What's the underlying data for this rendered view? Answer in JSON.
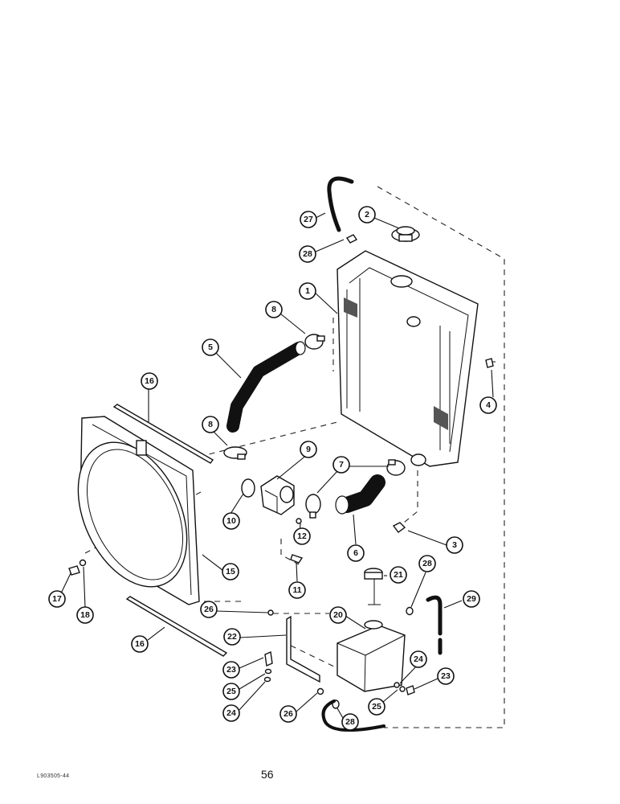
{
  "diagram": {
    "callouts": {
      "c1": "1",
      "c2": "2",
      "c3": "3",
      "c4": "4",
      "c5": "5",
      "c6": "6",
      "c7": "7",
      "c8a": "8",
      "c8b": "8",
      "c9": "9",
      "c10": "10",
      "c11": "11",
      "c12": "12",
      "c15": "15",
      "c16a": "16",
      "c16b": "16",
      "c17": "17",
      "c18": "18",
      "c20": "20",
      "c21": "21",
      "c22": "22",
      "c23a": "23",
      "c23b": "23",
      "c24a": "24",
      "c24b": "24",
      "c25a": "25",
      "c25b": "25",
      "c26a": "26",
      "c26b": "26",
      "c27": "27",
      "c28a": "28",
      "c28b": "28",
      "c28c": "28",
      "c29": "29"
    }
  },
  "footer": {
    "page_number": "56",
    "doc_code": "L903505-44"
  }
}
